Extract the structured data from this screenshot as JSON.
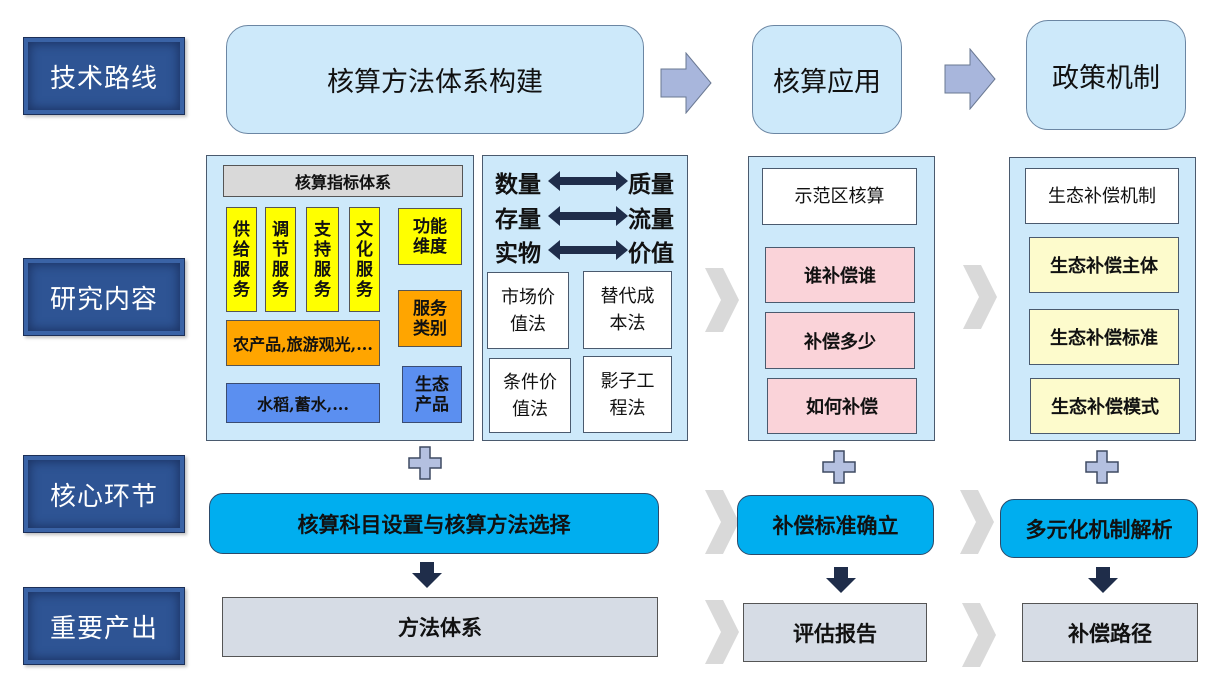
{
  "row_labels": {
    "tech_route": "技术路线",
    "research": "研究内容",
    "core": "核心环节",
    "output": "重要产出"
  },
  "stages": {
    "method": "核算方法体系构建",
    "application": "核算应用",
    "policy": "政策机制"
  },
  "indicator_panel": {
    "header": "核算指标体系",
    "services": [
      {
        "lines": [
          "供",
          "给",
          "服",
          "务"
        ]
      },
      {
        "lines": [
          "调",
          "节",
          "服",
          "务"
        ]
      },
      {
        "lines": [
          "支",
          "持",
          "服",
          "务"
        ]
      },
      {
        "lines": [
          "文",
          "化",
          "服",
          "务"
        ]
      }
    ],
    "function_dim": [
      "功能",
      "维度"
    ],
    "service_type": [
      "服务",
      "类别"
    ],
    "service_examples": "农产品,旅游观光,...",
    "eco_product": [
      "生态",
      "产品"
    ],
    "product_examples": "水稻,蓄水,..."
  },
  "method_panel": {
    "pairs": [
      {
        "left": "数量",
        "right": "质量"
      },
      {
        "left": "存量",
        "right": "流量"
      },
      {
        "left": "实物",
        "right": "价值"
      }
    ],
    "methods": [
      [
        "市场价",
        "值法"
      ],
      [
        "替代成",
        "本法"
      ],
      [
        "条件价",
        "值法"
      ],
      [
        "影子工",
        "程法"
      ]
    ]
  },
  "application_panel": {
    "header": "示范区核算",
    "items": [
      "谁补偿谁",
      "补偿多少",
      "如何补偿"
    ]
  },
  "policy_panel": {
    "header": "生态补偿机制",
    "items": [
      "生态补偿主体",
      "生态补偿标准",
      "生态补偿模式"
    ]
  },
  "core_links": {
    "method": "核算科目设置与核算方法选择",
    "application": "补偿标准确立",
    "policy": "多元化机制解析"
  },
  "outputs": {
    "method": "方法体系",
    "application": "评估报告",
    "policy": "补偿路径"
  },
  "colors": {
    "label_blue": "#2e5494",
    "stage_light_blue": "#cde9fa",
    "core_cyan": "#00aeef",
    "output_gray": "#d6dce5",
    "arrow_lavender": "#a8b6dc",
    "dark_arrow": "#1f2d4a",
    "chevron_gray": "#d9d9d9"
  }
}
